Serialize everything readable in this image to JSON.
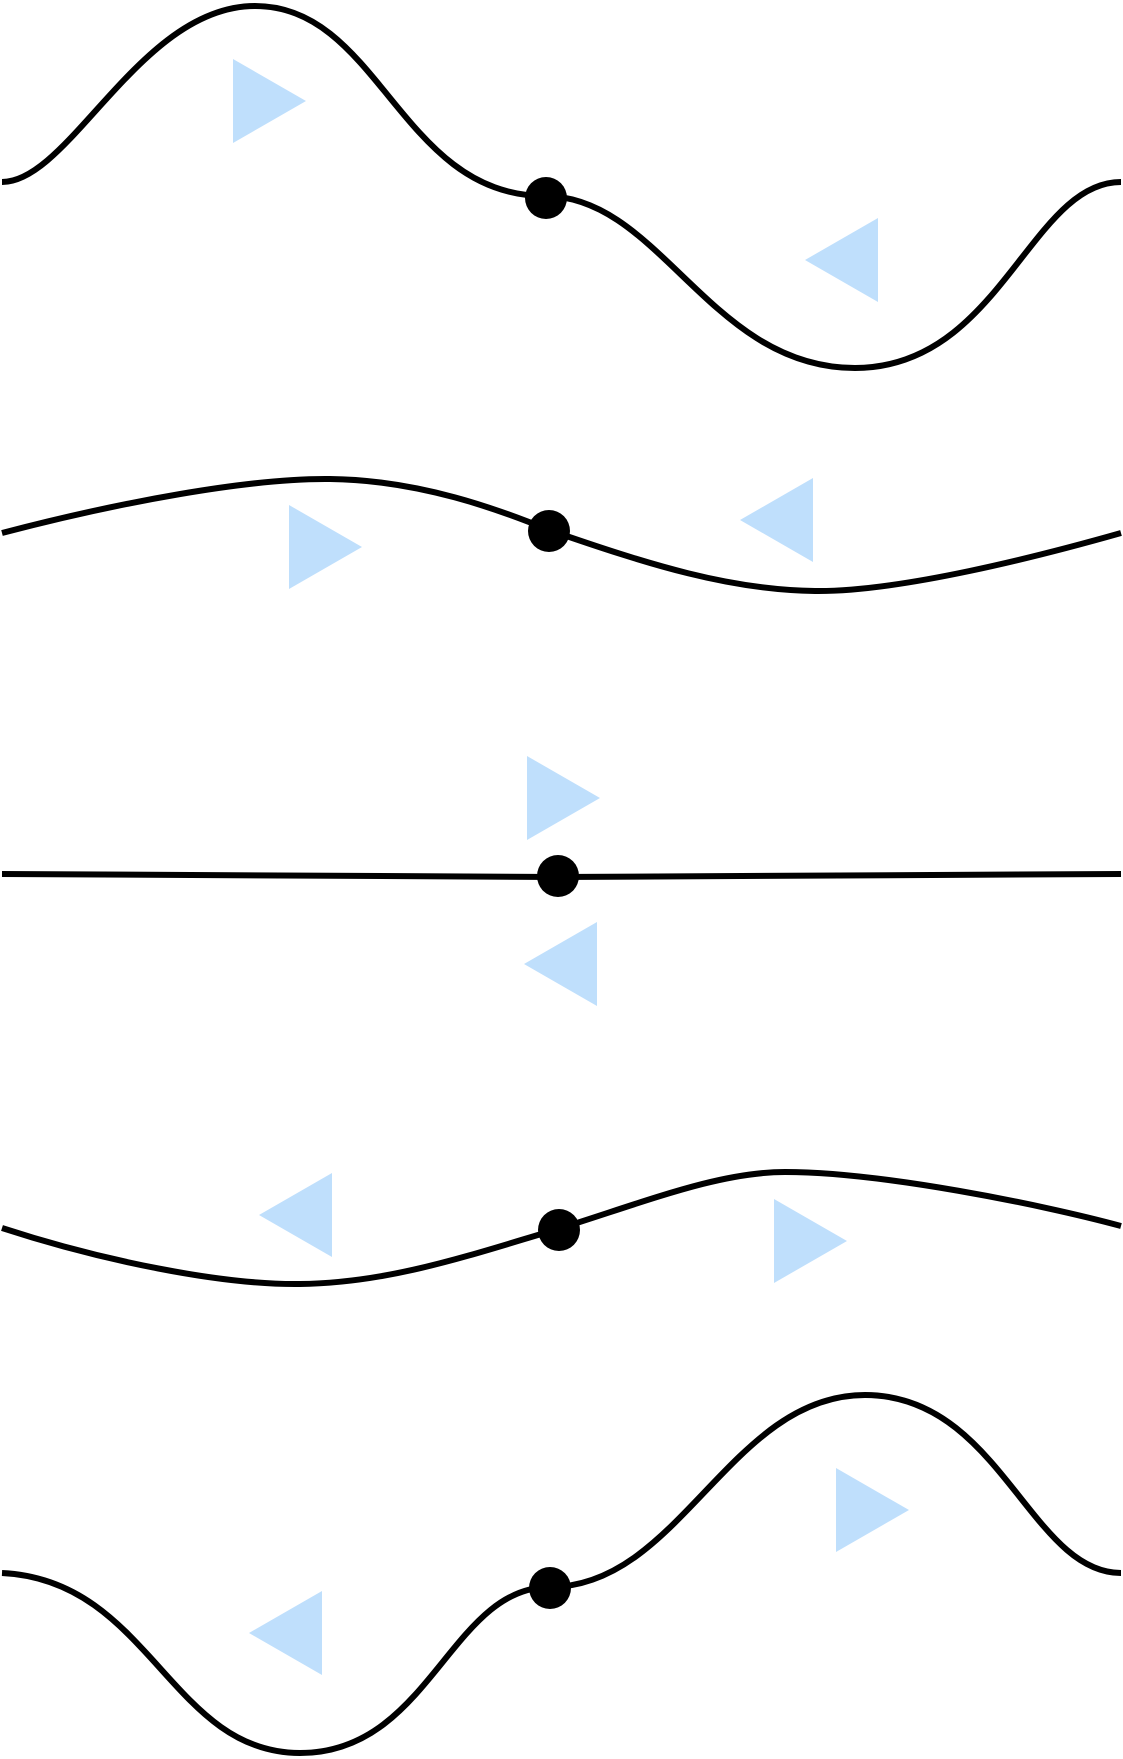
{
  "style": {
    "curve_color": "#000000",
    "arrow_color": "#bfdffc",
    "particle_color": "#000000",
    "particle_glow_color": "#1a1a66",
    "background": "#ffffff"
  },
  "panels": [
    {
      "id": "panel-1",
      "shape": "large-amplitude wave",
      "particle": "on-curve",
      "arrows": [
        "right",
        "left"
      ]
    },
    {
      "id": "panel-2",
      "shape": "small-amplitude wave",
      "particle": "on-curve",
      "arrows": [
        "right",
        "left"
      ]
    },
    {
      "id": "panel-3",
      "shape": "flat line",
      "particle": "on-curve",
      "arrows": [
        "right",
        "left"
      ]
    },
    {
      "id": "panel-4",
      "shape": "small-amplitude wave (inverted)",
      "particle": "on-curve",
      "arrows": [
        "left",
        "right"
      ]
    },
    {
      "id": "panel-5",
      "shape": "large-amplitude wave (inverted)",
      "particle": "on-curve",
      "arrows": [
        "left",
        "right"
      ]
    }
  ]
}
